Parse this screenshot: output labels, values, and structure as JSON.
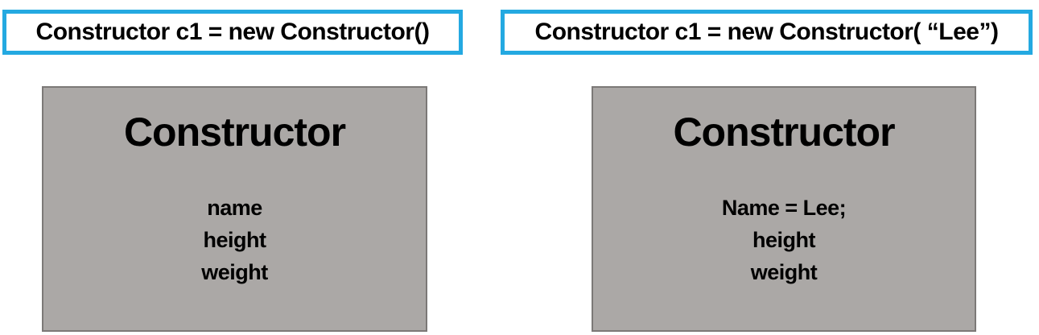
{
  "colors": {
    "background": "#FFFFFF",
    "code_box_border": "#24A9E1",
    "class_box_fill": "#ABA8A6",
    "class_box_border": "#7C7977",
    "text": "#000000"
  },
  "left_diagram": {
    "code_label": "Constructor c1 = new Constructor()",
    "class_box": {
      "title": "Constructor",
      "fields": [
        "name",
        "height",
        "weight"
      ]
    }
  },
  "right_diagram": {
    "code_label": "Constructor c1 = new Constructor( “Lee”)",
    "class_box": {
      "title": "Constructor",
      "fields": [
        "Name = Lee;",
        "height",
        "weight"
      ]
    }
  }
}
